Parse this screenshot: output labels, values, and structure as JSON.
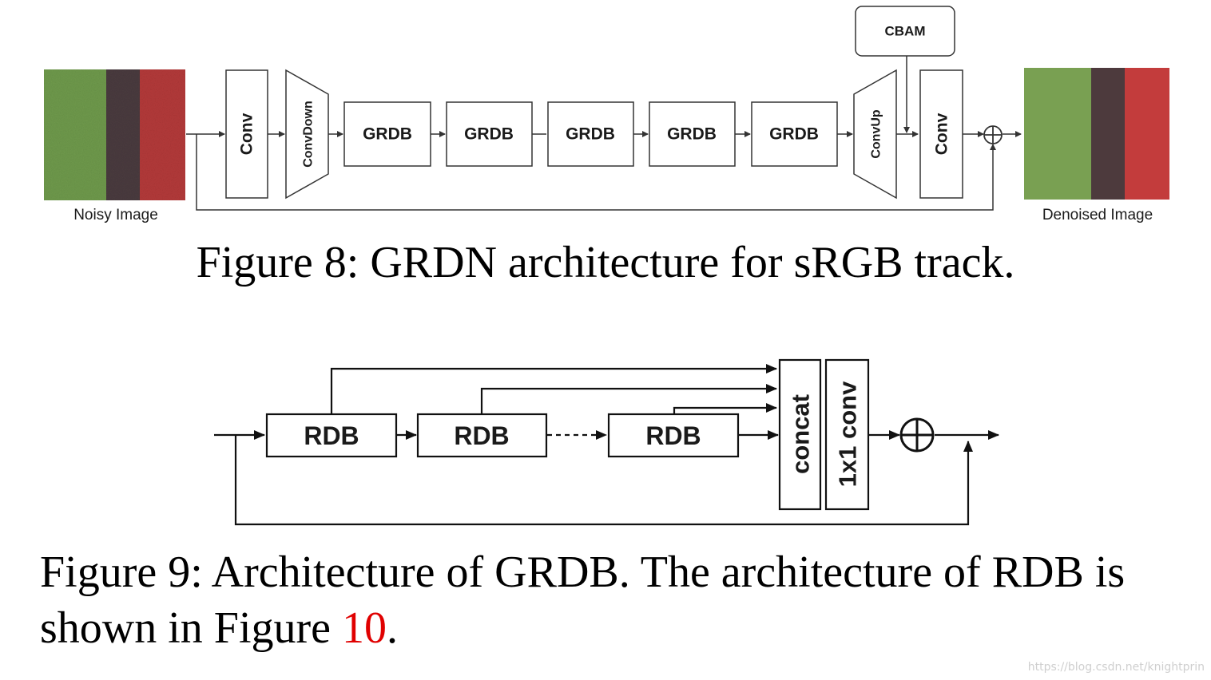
{
  "figure8": {
    "input_label": "Noisy Image",
    "output_label": "Denoised Image",
    "blocks": {
      "conv_in": "Conv",
      "conv_down": "ConvDown",
      "grdb": [
        "GRDB",
        "GRDB",
        "GRDB",
        "GRDB",
        "GRDB"
      ],
      "conv_up": "ConvUp",
      "conv_out": "Conv",
      "cbam": "CBAM"
    },
    "sum_symbol": "⊕",
    "caption": "Figure 8: GRDN architecture for sRGB track.",
    "image_colors": {
      "noisy": [
        "#6f9a4c",
        "#4a3b3f",
        "#b43a3a"
      ],
      "clean": [
        "#79a052",
        "#4d3a3d",
        "#c33c3c"
      ]
    }
  },
  "figure9": {
    "rdb": [
      "RDB",
      "RDB",
      "RDB"
    ],
    "concat": "concat",
    "conv1x1": "1x1 conv",
    "sum_symbol": "⊕",
    "caption_prefix": "Figure 9: Architecture of GRDB. The architecture of RDB is shown in Figure ",
    "caption_ref": "10",
    "caption_suffix": "."
  },
  "watermark": "https://blog.csdn.net/knightprin"
}
